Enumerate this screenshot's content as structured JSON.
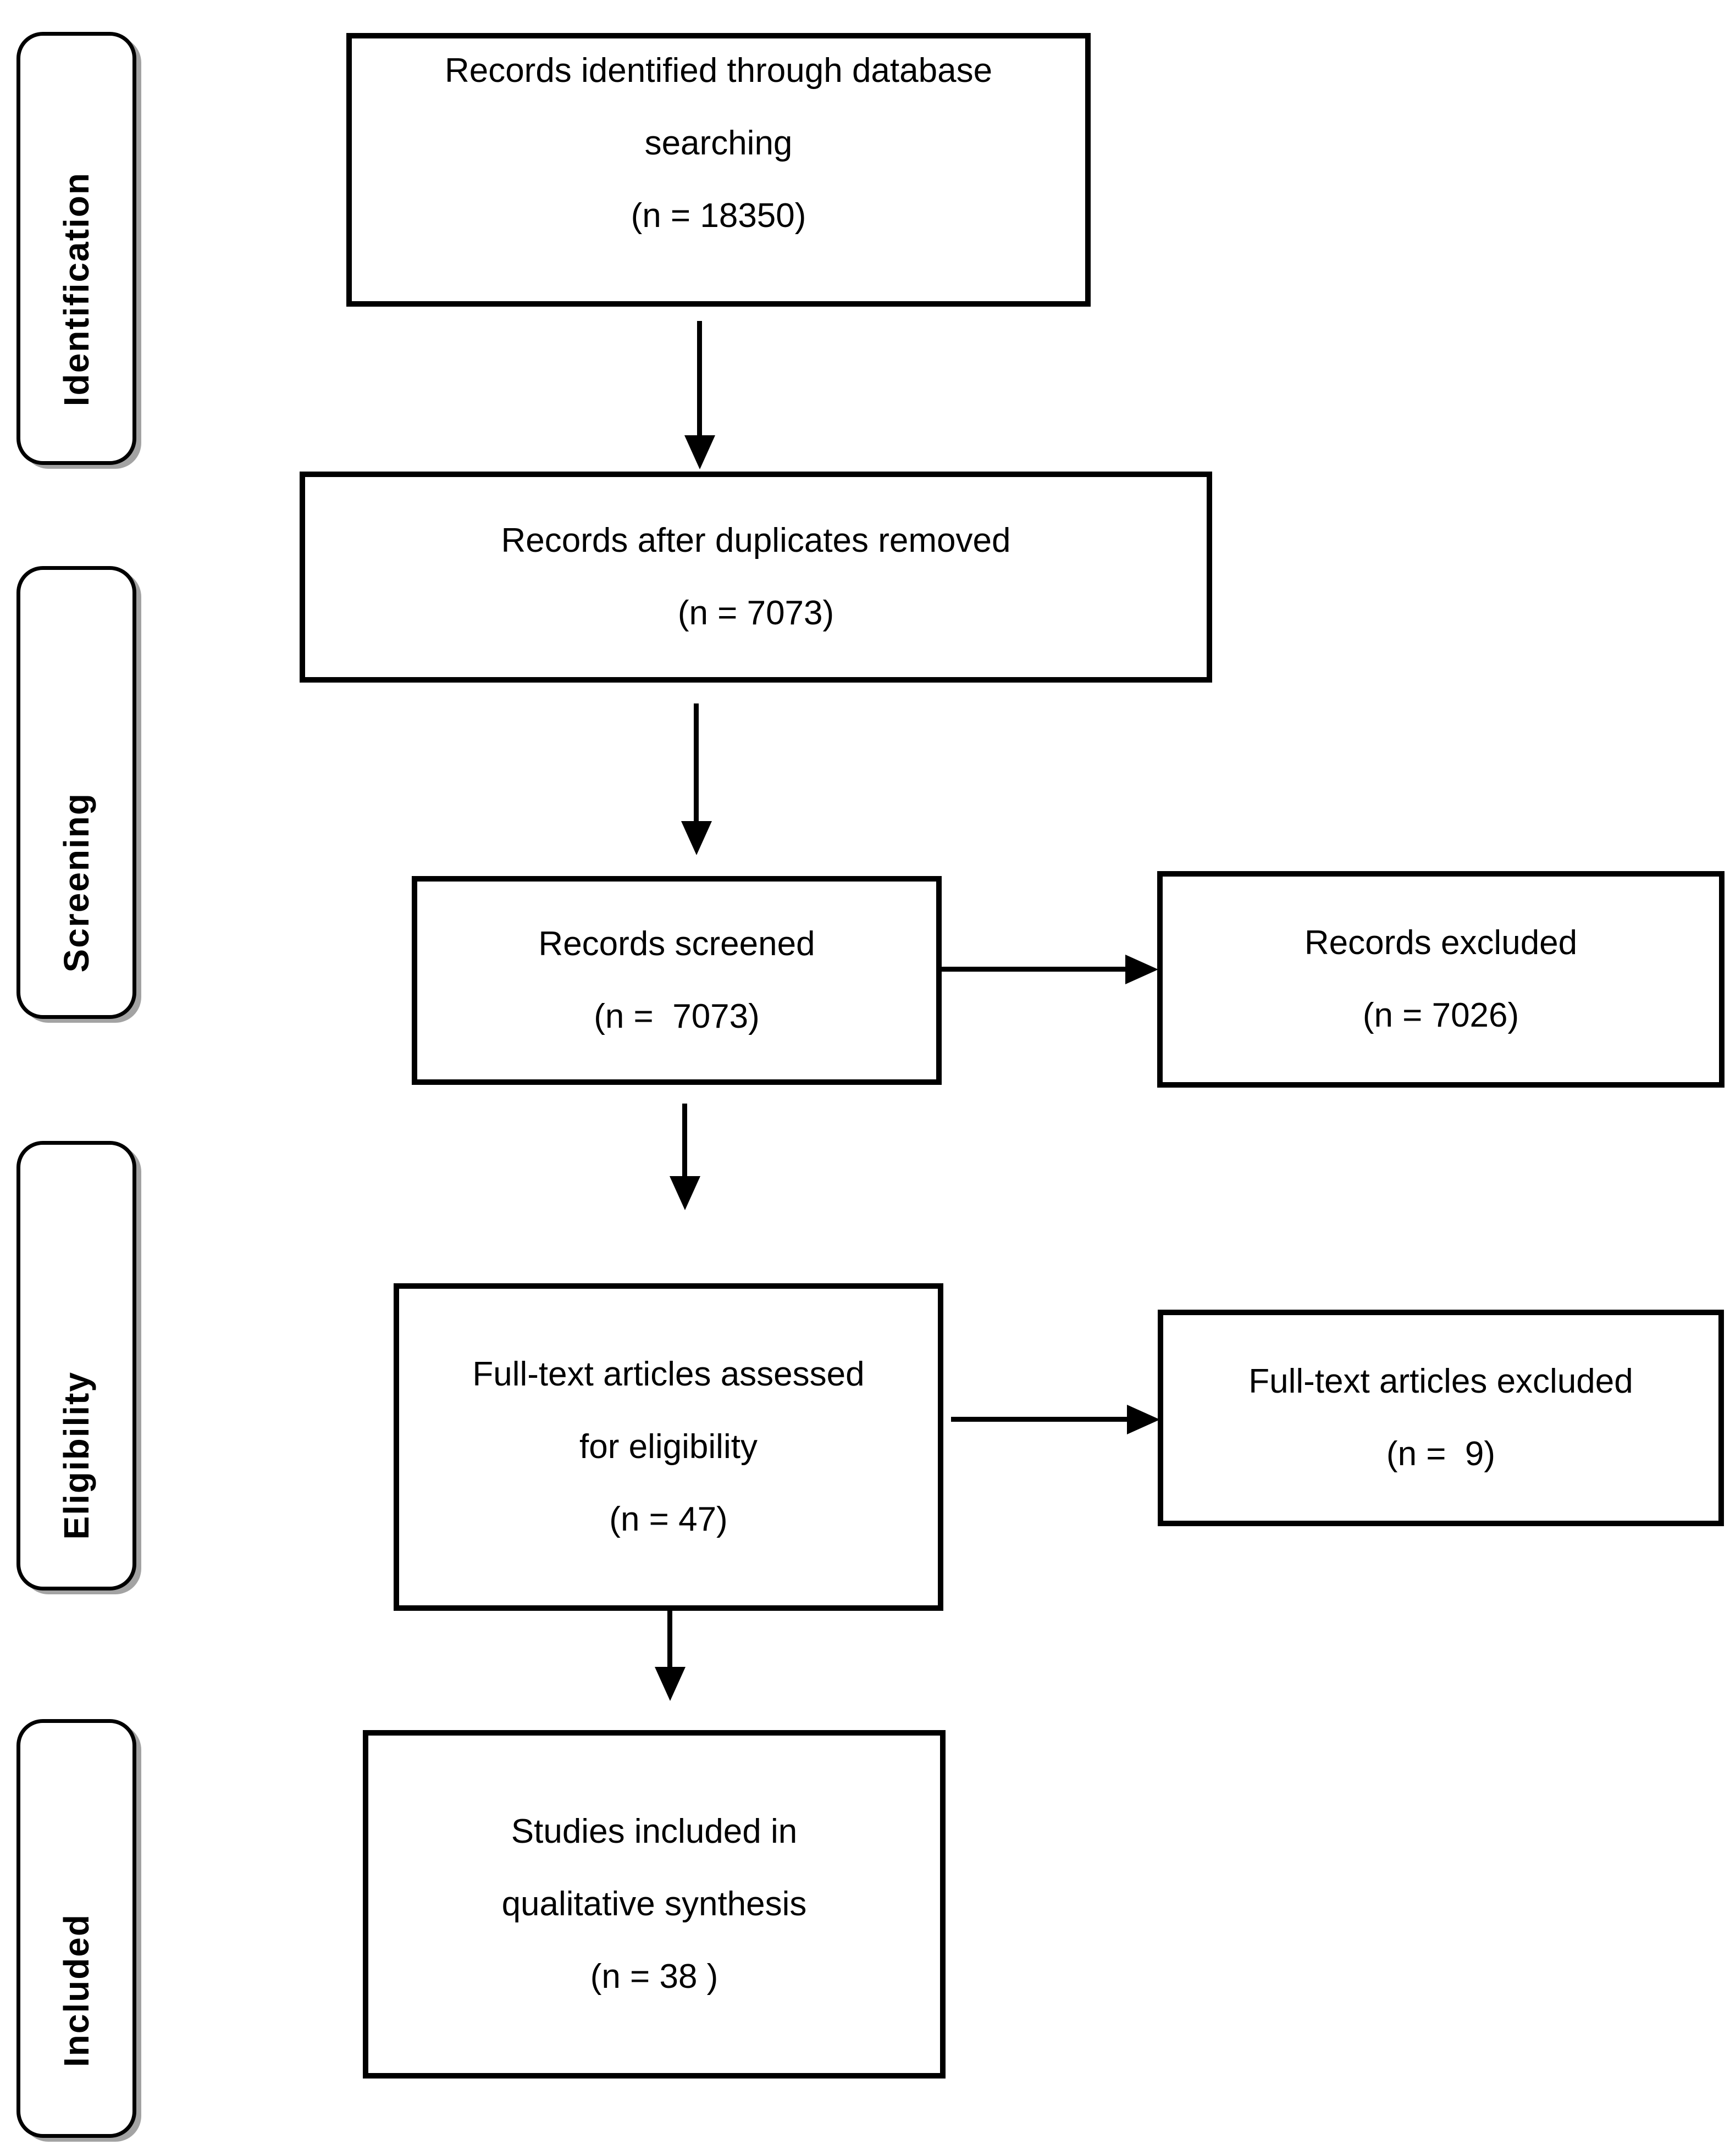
{
  "diagram": {
    "type": "prisma-flow-diagram",
    "colors": {
      "background": "#ffffff",
      "box_border": "#000000",
      "text": "#000000",
      "arrow": "#000000",
      "stage_label_shadow": "#a3a3a3"
    },
    "stages": {
      "identification": "Identification",
      "screening": "Screening",
      "eligibility": "Eligibility",
      "included": "Included"
    },
    "boxes": {
      "identified": {
        "line1": "Records identified through database",
        "line2": "searching",
        "count": "(n = 18350)"
      },
      "deduplicated": {
        "line1": "Records after duplicates removed",
        "count": "(n = 7073)"
      },
      "screened": {
        "line1": "Records screened",
        "count": "(n =  7073)"
      },
      "records_excluded": {
        "line1": "Records excluded",
        "count": "(n = 7026)"
      },
      "fulltext_assessed": {
        "line1": "Full-text articles assessed",
        "line2": "for eligibility",
        "count": "(n = 47)"
      },
      "fulltext_excluded": {
        "line1": "Full-text articles excluded",
        "count": "(n =  9)"
      },
      "included_studies": {
        "line1": "Studies included in",
        "line2": "qualitative synthesis",
        "count": "(n = 38 )"
      }
    }
  }
}
